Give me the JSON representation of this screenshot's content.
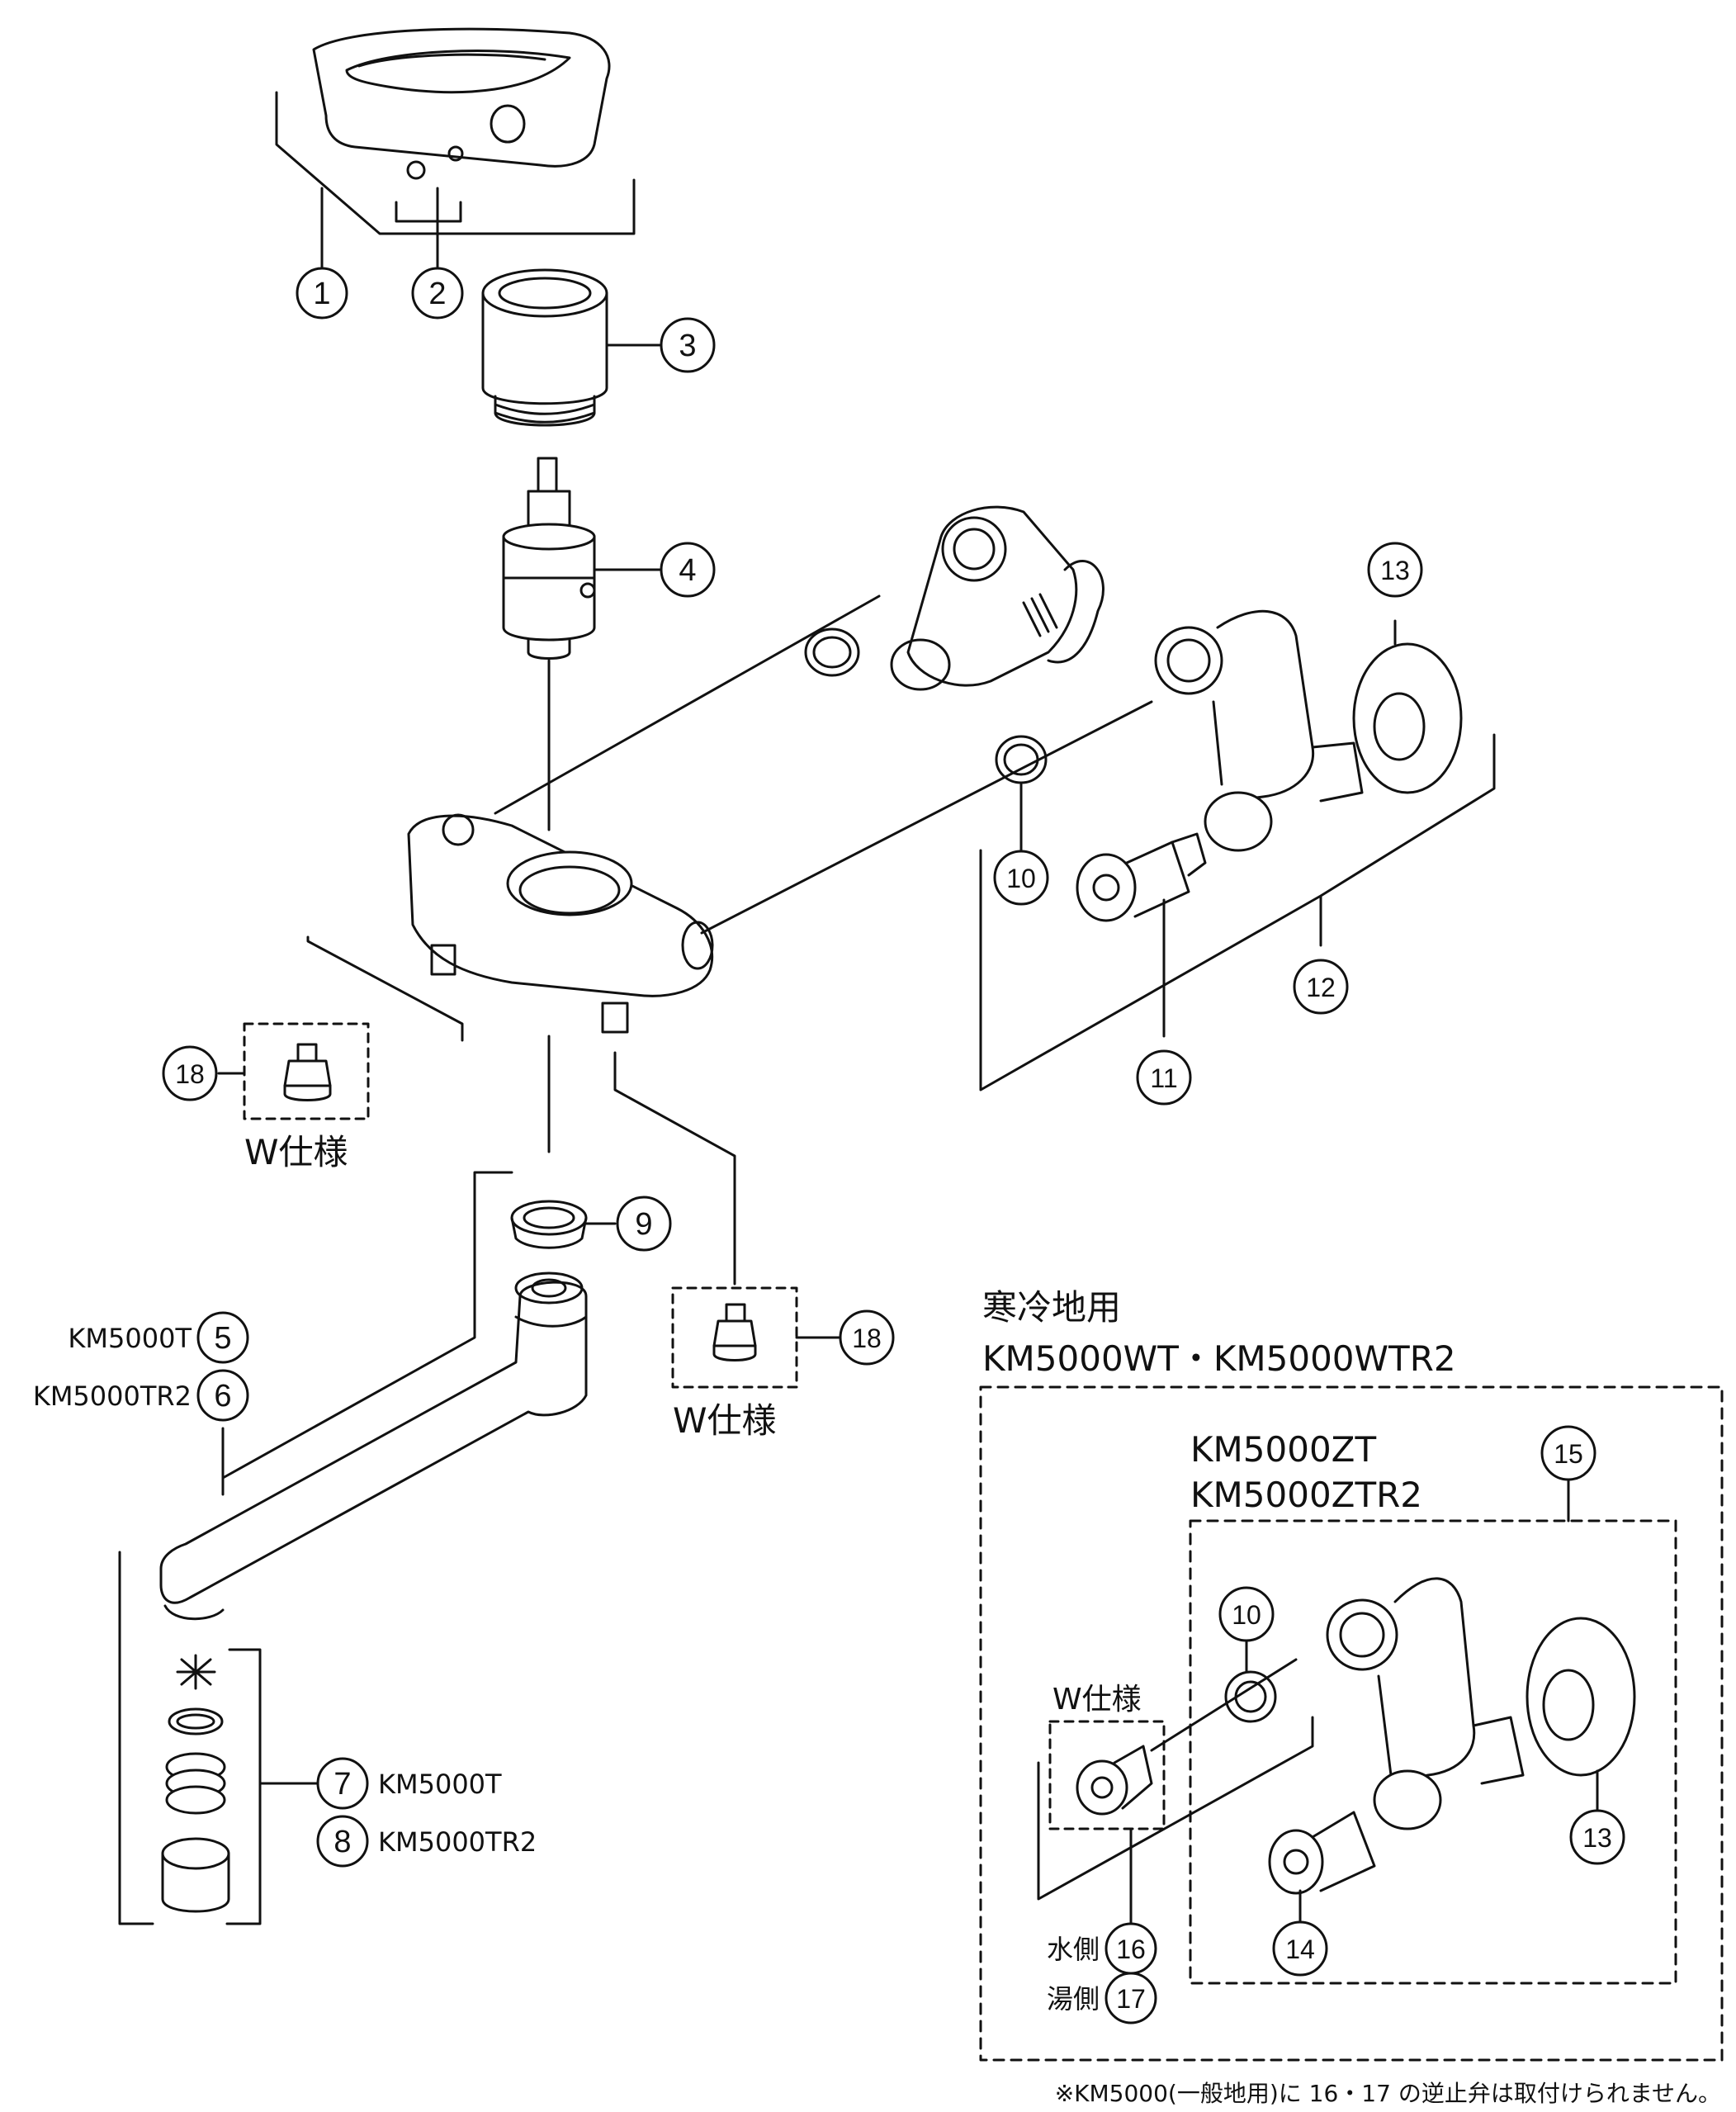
{
  "callouts": {
    "c1": "1",
    "c2": "2",
    "c3": "3",
    "c4": "4",
    "c5": "5",
    "c6": "6",
    "c7": "7",
    "c8": "8",
    "c9": "9",
    "c10a": "10",
    "c10b": "10",
    "c11": "11",
    "c12": "12",
    "c13a": "13",
    "c13b": "13",
    "c14": "14",
    "c15": "15",
    "c16": "16",
    "c17": "17",
    "c18a": "18",
    "c18b": "18"
  },
  "labels": {
    "w_spec_a": "W仕様",
    "w_spec_b": "W仕様",
    "w_spec_c": "W仕様",
    "km5000t_spout": "KM5000T",
    "km5000tr2_spout": "KM5000TR2",
    "km5000t_aerator": "KM5000T",
    "km5000tr2_aerator": "KM5000TR2",
    "cold_region": "寒冷地用",
    "cold_models": "KM5000WT・KM5000WTR2",
    "zt": "KM5000ZT",
    "ztr2": "KM5000ZTR2",
    "water_side": "水側",
    "hot_side": "湯側",
    "footnote": "※KM5000(一般地用)に 16・17 の逆止弁は取付けられません。"
  },
  "colors": {
    "line": "#111111",
    "background": "#ffffff"
  }
}
